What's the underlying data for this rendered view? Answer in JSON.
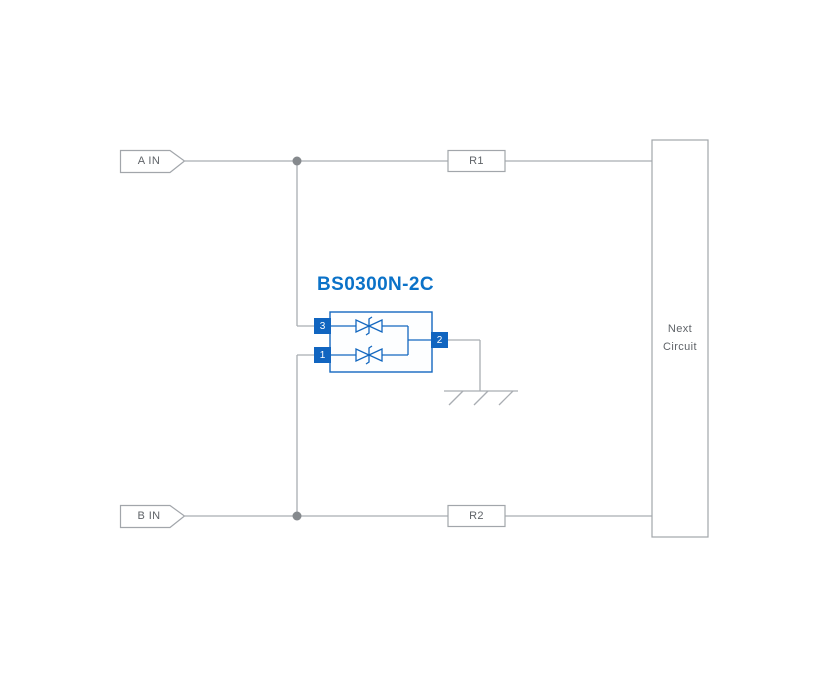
{
  "diagram": {
    "title": "BS0300N-2C",
    "inputs": {
      "a": "A IN",
      "b": "B IN"
    },
    "resistors": {
      "r1": "R1",
      "r2": "R2"
    },
    "next_circuit": "Next Circuit",
    "pins": {
      "p3": "3",
      "p1": "1",
      "p2": "2"
    }
  },
  "colors": {
    "wire_gray": "#a9adb2",
    "outline_gray": "#a2a6ab",
    "junction_gray": "#85898d",
    "component_blue": "#1468c0",
    "pin_blue": "#1165c0",
    "title_blue": "#0b72c8",
    "label_text": "#5f6368",
    "background": "#ffffff"
  }
}
